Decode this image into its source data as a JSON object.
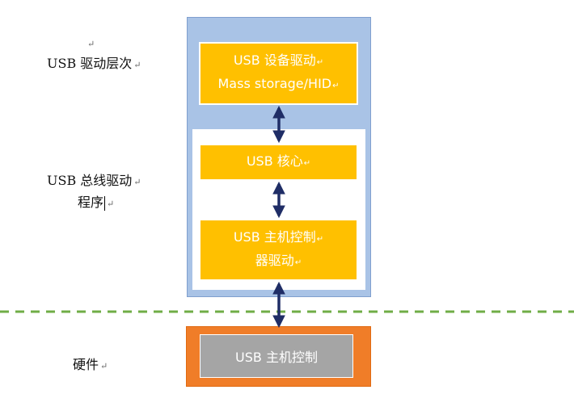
{
  "paragraph_mark": "↵",
  "labels": {
    "usb_driver_layers": "USB 驱动层次",
    "usb_bus_driver_line1": "USB 总线驱动",
    "usb_bus_driver_line2": "程序",
    "hardware": "硬件"
  },
  "boxes": {
    "device_driver_line1": "USB 设备驱动",
    "device_driver_line2": "Mass storage/HID",
    "usb_core": "USB 核心",
    "host_driver_line1": "USB 主机控制",
    "host_driver_line2": "器驱动",
    "host_controller": "USB 主机控制"
  },
  "colors": {
    "outer_panel": "#a9c3e6",
    "driver_box": "#ffc000",
    "hardware_panel": "#f07d28",
    "hardware_box": "#a5a5a5",
    "arrow": "#1f2d66",
    "boundary_line": "#70ad47"
  }
}
